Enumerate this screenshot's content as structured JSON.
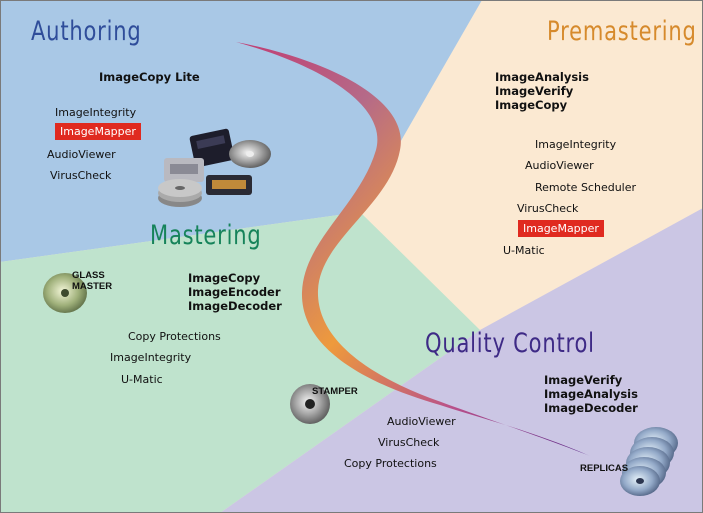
{
  "colors": {
    "authoring_bg": "#a9c8e6",
    "premastering_bg": "#fbe9d2",
    "mastering_bg": "#bfe3cd",
    "quality_bg": "#cbc6e4",
    "authoring_title": "#2f4d9a",
    "premastering_title": "#d68a2c",
    "mastering_title": "#16835a",
    "quality_title": "#3e2a86",
    "highlight": "#e02a20"
  },
  "sections": {
    "authoring": {
      "title": "Authoring",
      "headline": "ImageCopy Lite",
      "items": [
        "ImageIntegrity",
        "ImageMapper",
        "AudioViewer",
        "VirusCheck"
      ]
    },
    "premastering": {
      "title": "Premastering",
      "products": [
        "ImageAnalysis",
        "ImageVerify",
        "ImageCopy"
      ],
      "items": [
        "ImageIntegrity",
        "AudioViewer",
        "Remote Scheduler",
        "VirusCheck",
        "ImageMapper",
        "U-Matic"
      ]
    },
    "mastering": {
      "title": "Mastering",
      "products": [
        "ImageCopy",
        "ImageEncoder",
        "ImageDecoder"
      ],
      "items": [
        "Copy Protections",
        "ImageIntegrity",
        "U-Matic"
      ]
    },
    "quality_control": {
      "title": "Quality Control",
      "products": [
        "ImageVerify",
        "ImageAnalysis",
        "ImageDecoder"
      ],
      "items": [
        "AudioViewer",
        "VirusCheck",
        "Copy Protections"
      ]
    }
  },
  "discs": {
    "glass_master": [
      "GLASS",
      "MASTER"
    ],
    "stamper": "STAMPER",
    "replicas": "REPLICAS"
  }
}
